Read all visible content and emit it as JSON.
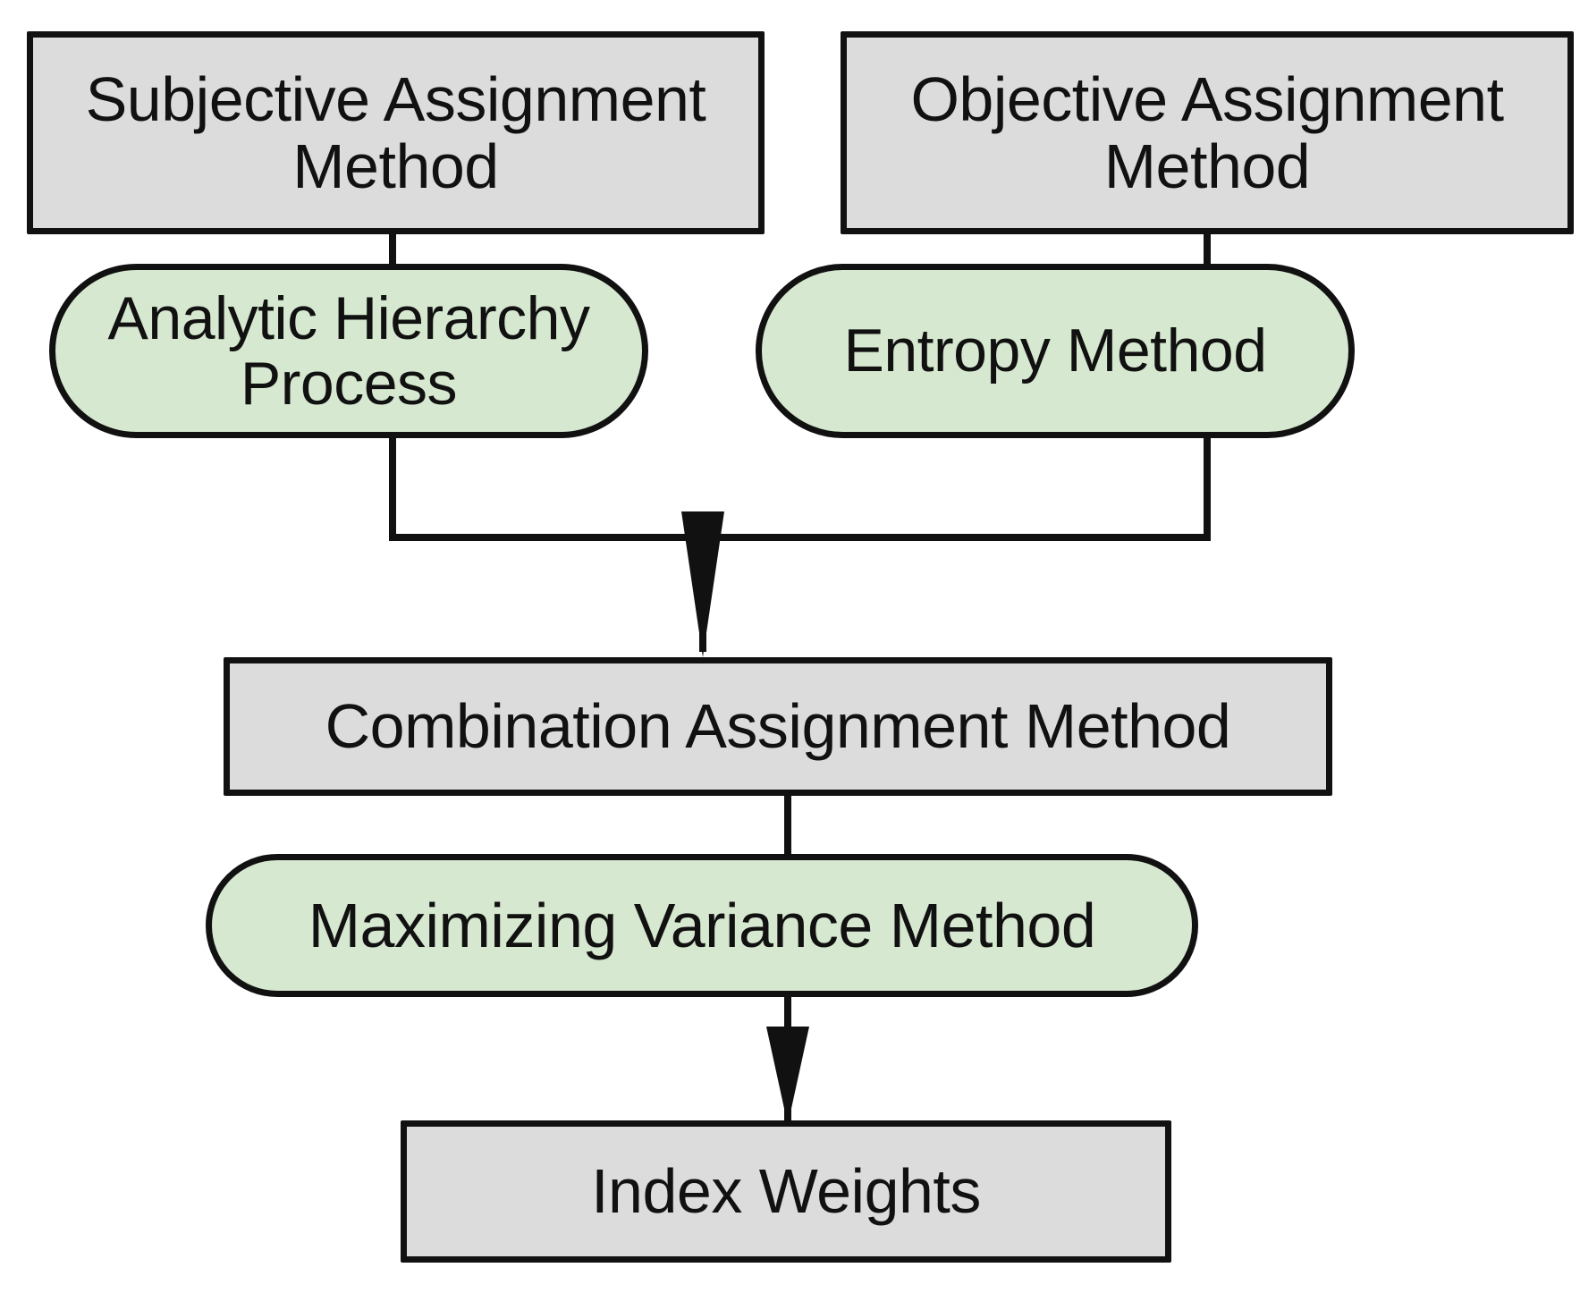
{
  "diagram": {
    "type": "flowchart",
    "orientation": "top-to-bottom",
    "colors": {
      "rect_fill": "#dcdcdc",
      "stadium_fill": "#d6e8cf",
      "stroke": "#111111",
      "background": "#ffffff",
      "text": "#111111"
    },
    "nodes": [
      {
        "id": "subjective",
        "label": "Subjective Assignment Method",
        "shape": "rectangle"
      },
      {
        "id": "objective",
        "label": "Objective Assignment Method",
        "shape": "rectangle"
      },
      {
        "id": "ahp",
        "label": "Analytic Hierarchy Process",
        "shape": "stadium"
      },
      {
        "id": "entropy",
        "label": "Entropy Method",
        "shape": "stadium"
      },
      {
        "id": "combination",
        "label": "Combination Assignment Method",
        "shape": "rectangle"
      },
      {
        "id": "maxvar",
        "label": "Maximizing Variance Method",
        "shape": "stadium"
      },
      {
        "id": "indexweights",
        "label": "Index Weights",
        "shape": "rectangle"
      }
    ],
    "edges": [
      {
        "from": "subjective",
        "to": "ahp",
        "arrow": false
      },
      {
        "from": "objective",
        "to": "entropy",
        "arrow": false
      },
      {
        "from": "ahp",
        "to": "combination",
        "arrow": true
      },
      {
        "from": "entropy",
        "to": "combination",
        "arrow": true
      },
      {
        "from": "combination",
        "to": "maxvar",
        "arrow": false
      },
      {
        "from": "maxvar",
        "to": "indexweights",
        "arrow": true
      }
    ]
  }
}
